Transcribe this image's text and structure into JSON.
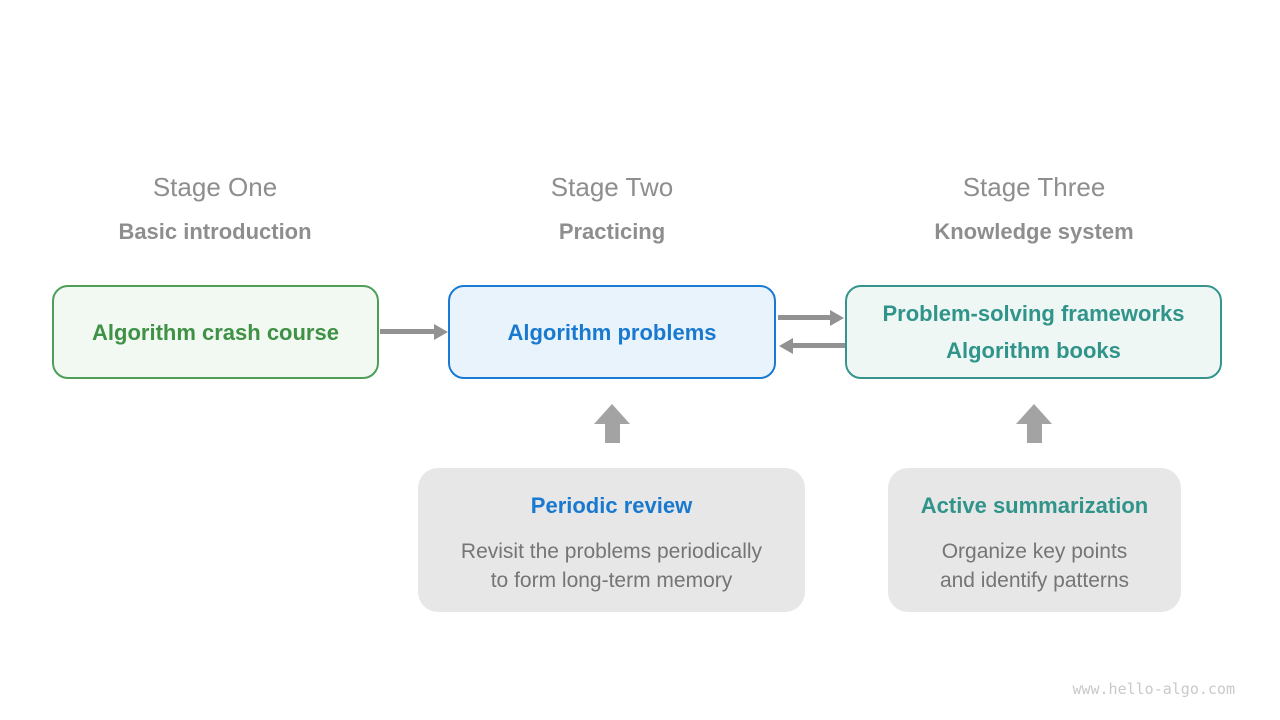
{
  "page": {
    "watermark": "www.hello-algo.com",
    "background": "#ffffff"
  },
  "stages": [
    {
      "title": "Stage One",
      "subtitle": "Basic introduction",
      "box": {
        "lines": [
          "Algorithm crash course"
        ],
        "text_color": "#3e9145",
        "border_color": "#4f9e58",
        "fill_color": "#f2f8f2"
      }
    },
    {
      "title": "Stage Two",
      "subtitle": "Practicing",
      "box": {
        "lines": [
          "Algorithm problems"
        ],
        "text_color": "#1879cf",
        "border_color": "#1a79d2",
        "fill_color": "#e9f3fc"
      }
    },
    {
      "title": "Stage Three",
      "subtitle": "Knowledge system",
      "box": {
        "lines": [
          "Problem-solving frameworks",
          "Algorithm books"
        ],
        "text_color": "#30948a",
        "border_color": "#35948b",
        "fill_color": "#eef7f4"
      }
    }
  ],
  "connectors": [
    {
      "from": "Algorithm crash course",
      "to": "Algorithm problems",
      "direction": "right"
    },
    {
      "from": "Algorithm problems",
      "to": "Problem-solving frameworks / Algorithm books",
      "direction": "right"
    },
    {
      "from": "Problem-solving frameworks / Algorithm books",
      "to": "Algorithm problems",
      "direction": "left"
    },
    {
      "from": "Periodic review",
      "to": "Algorithm problems",
      "direction": "up"
    },
    {
      "from": "Active summarization",
      "to": "Problem-solving frameworks / Algorithm books",
      "direction": "up"
    }
  ],
  "notes": [
    {
      "title": "Periodic review",
      "title_color": "#1879cf",
      "lines": [
        "Revisit the problems periodically",
        "to form long-term memory"
      ]
    },
    {
      "title": "Active summarization",
      "title_color": "#30948a",
      "lines": [
        "Organize key points",
        "and identify patterns"
      ]
    }
  ],
  "colors": {
    "heading_gray": "#8e8e8e",
    "description_gray": "#757575",
    "arrow_gray": "#929292",
    "block_arrow_gray": "#a3a3a3",
    "note_fill": "#e7e7e7",
    "watermark_gray": "#c9c9c9"
  }
}
